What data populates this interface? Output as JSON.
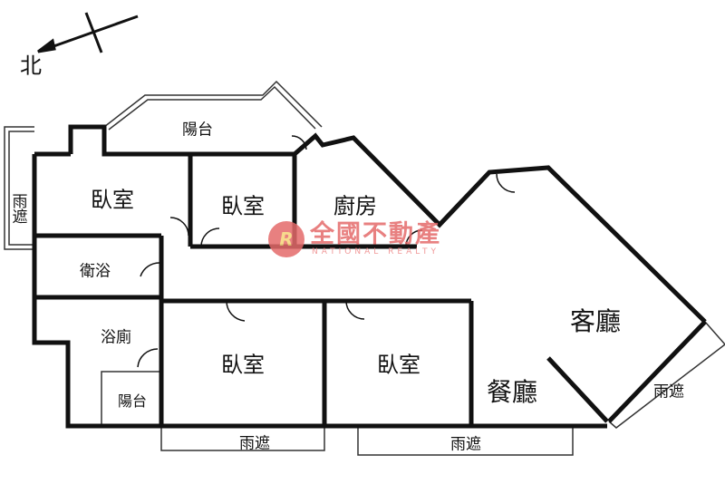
{
  "compass": {
    "north_label": "北"
  },
  "rooms": {
    "balcony_top": "陽台",
    "bedroom_1": "臥室",
    "bedroom_2": "臥室",
    "kitchen": "廚房",
    "canopy_left": "雨遮",
    "bathroom": "衛浴",
    "toilet": "浴廁",
    "balcony_small": "陽台",
    "bedroom_3": "臥室",
    "bedroom_4": "臥室",
    "living_room": "客廳",
    "dining_room": "餐廳",
    "canopy_right": "雨遮",
    "canopy_bottom_1": "雨遮",
    "canopy_bottom_2": "雨遮"
  },
  "watermark": {
    "brand_cn": "全國不動產",
    "brand_en": "NATIONAL REALTY",
    "logo": "R",
    "color": "#e46a6a"
  }
}
